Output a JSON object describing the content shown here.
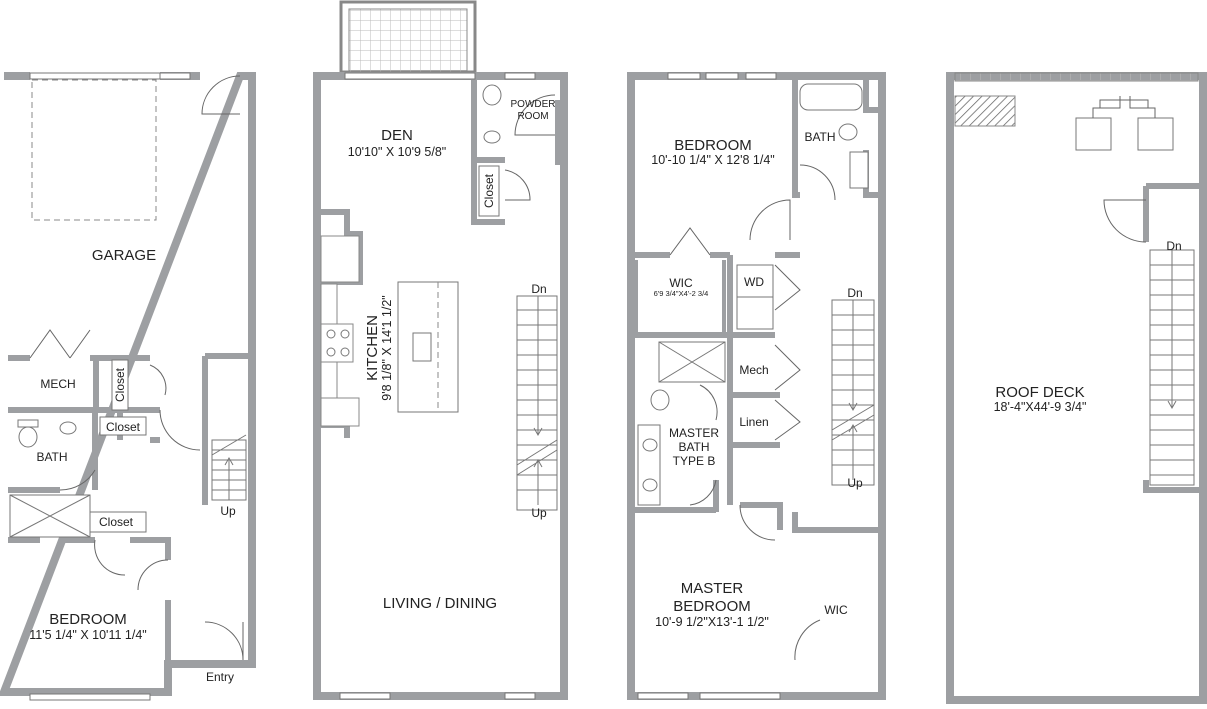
{
  "floors": [
    {
      "name": "ground-floor",
      "rooms": {
        "garage": "GARAGE",
        "mech": "MECH",
        "closet_vertical": "Closet",
        "closet_1": "Closet",
        "closet_2": "Closet",
        "bath": "BATH",
        "bedroom": "BEDROOM",
        "bedroom_dim": "11'5 1/4\" X 10'11 1/4\"",
        "entry": "Entry",
        "stair_up": "Up"
      }
    },
    {
      "name": "main-floor",
      "rooms": {
        "den": "DEN",
        "den_dim": "10'10\" X 10'9 5/8\"",
        "powder_1": "POWDER",
        "powder_2": "ROOM",
        "closet": "Closet",
        "kitchen": "KITCHEN",
        "kitchen_dim": "9'8 1/8\" X 14'1 1/2\"",
        "living": "LIVING / DINING",
        "stair_dn": "Dn",
        "stair_up": "Up"
      }
    },
    {
      "name": "upper-floor",
      "rooms": {
        "bedroom": "BEDROOM",
        "bedroom_dim": "10'-10 1/4\" X 12'8 1/4\"",
        "bath": "BATH",
        "wic": "WIC",
        "wic_dim": "6'9 3/4\"X4'-2 3/4",
        "wd": "WD",
        "mech": "Mech",
        "linen": "Linen",
        "master_bath_1": "MASTER",
        "master_bath_2": "BATH",
        "master_bath_3": "TYPE B",
        "master_bedroom_1": "MASTER",
        "master_bedroom_2": "BEDROOM",
        "master_bedroom_dim": "10'-9 1/2\"X13'-1 1/2\"",
        "wic2": "WIC",
        "stair_dn": "Dn",
        "stair_up": "Up"
      }
    },
    {
      "name": "roof",
      "rooms": {
        "roof_deck": "ROOF DECK",
        "roof_deck_dim": "18'-4\"X44'-9 3/4\"",
        "stair_dn": "Dn"
      }
    }
  ]
}
